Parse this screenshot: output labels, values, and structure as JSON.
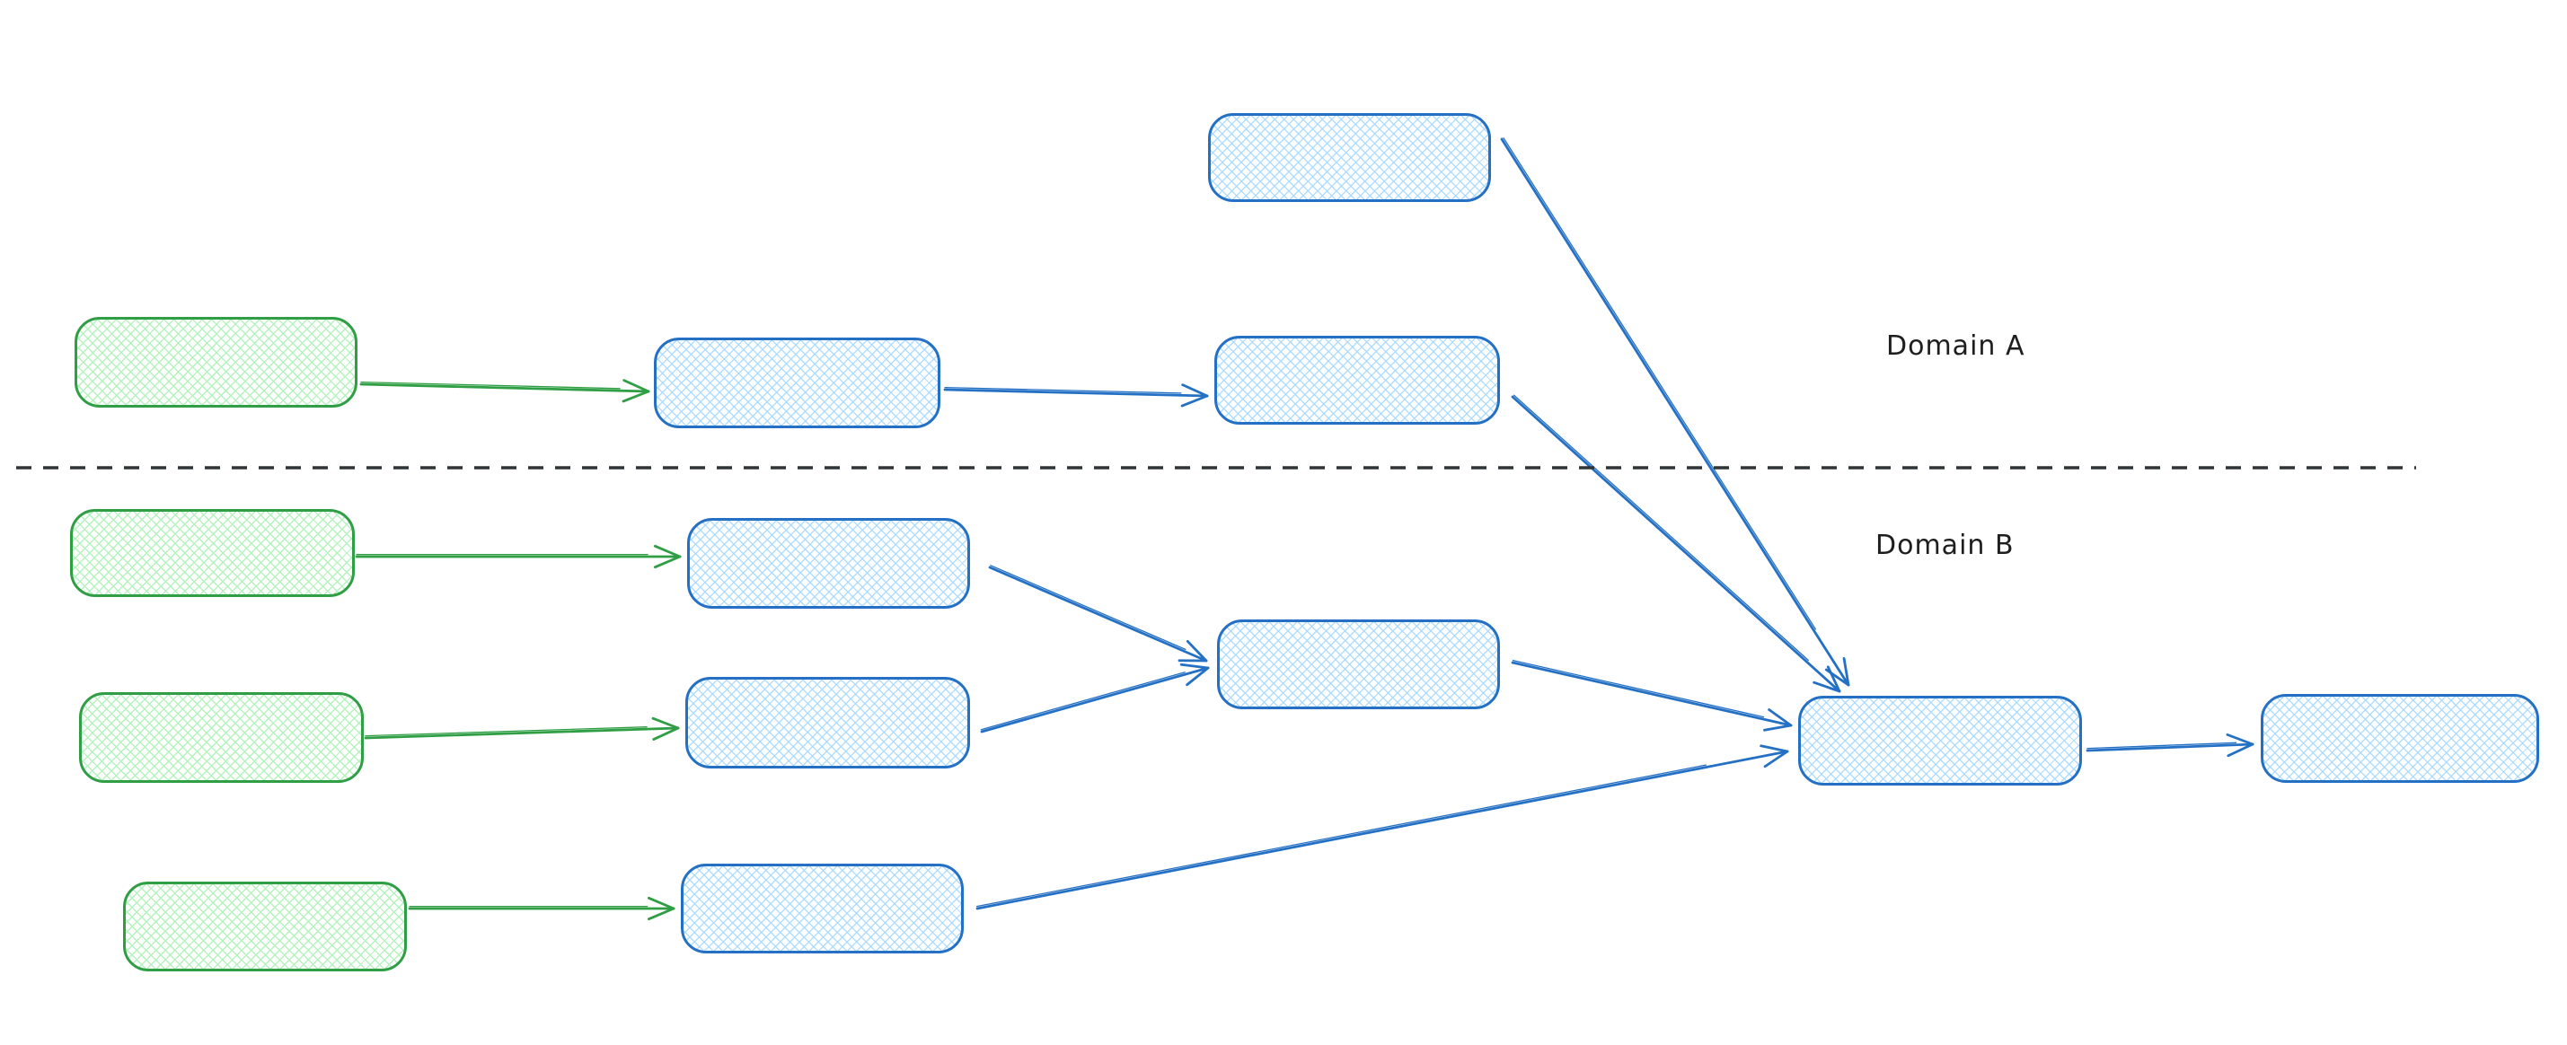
{
  "labels": {
    "domain_a": "Domain A",
    "domain_b": "Domain B"
  },
  "palette": {
    "blue_stroke": "#2470c4",
    "blue_fill": "#a5d8ff",
    "green_stroke": "#2f9e44",
    "green_fill": "#b2f2bb",
    "divider": "#2f3437",
    "text": "#1e1e1e",
    "background": "#ffffff"
  },
  "diagram": {
    "type": "flow",
    "style": "hand-drawn whiteboard, cross-hatched rounded rectangles, no node text",
    "regions": [
      {
        "id": "domain-a",
        "label": "Domain A",
        "position": "above dashed divider"
      },
      {
        "id": "domain-b",
        "label": "Domain B",
        "position": "below dashed divider"
      }
    ],
    "nodes": [
      {
        "id": "a-top",
        "color": "blue",
        "region": "domain-a"
      },
      {
        "id": "a-source",
        "color": "green",
        "region": "domain-a"
      },
      {
        "id": "a-step1",
        "color": "blue",
        "region": "domain-a"
      },
      {
        "id": "a-step2",
        "color": "blue",
        "region": "domain-a"
      },
      {
        "id": "b-source1",
        "color": "green",
        "region": "domain-b"
      },
      {
        "id": "b-step1",
        "color": "blue",
        "region": "domain-b"
      },
      {
        "id": "b-source2",
        "color": "green",
        "region": "domain-b"
      },
      {
        "id": "b-step2",
        "color": "blue",
        "region": "domain-b"
      },
      {
        "id": "b-merge",
        "color": "blue",
        "region": "domain-b"
      },
      {
        "id": "b-source3",
        "color": "green",
        "region": "domain-b"
      },
      {
        "id": "b-step3",
        "color": "blue",
        "region": "domain-b"
      },
      {
        "id": "sink",
        "color": "blue",
        "region": "domain-b"
      },
      {
        "id": "output",
        "color": "blue",
        "region": "domain-b"
      }
    ],
    "edges": [
      {
        "from": "a-source",
        "to": "a-step1",
        "color": "green"
      },
      {
        "from": "a-step1",
        "to": "a-step2",
        "color": "blue"
      },
      {
        "from": "a-top",
        "to": "sink",
        "color": "blue"
      },
      {
        "from": "a-step2",
        "to": "sink",
        "color": "blue"
      },
      {
        "from": "b-source1",
        "to": "b-step1",
        "color": "green"
      },
      {
        "from": "b-source2",
        "to": "b-step2",
        "color": "green"
      },
      {
        "from": "b-source3",
        "to": "b-step3",
        "color": "green"
      },
      {
        "from": "b-step1",
        "to": "b-merge",
        "color": "blue"
      },
      {
        "from": "b-step2",
        "to": "b-merge",
        "color": "blue"
      },
      {
        "from": "b-merge",
        "to": "sink",
        "color": "blue"
      },
      {
        "from": "b-step3",
        "to": "sink",
        "color": "blue"
      },
      {
        "from": "sink",
        "to": "output",
        "color": "blue"
      }
    ]
  }
}
